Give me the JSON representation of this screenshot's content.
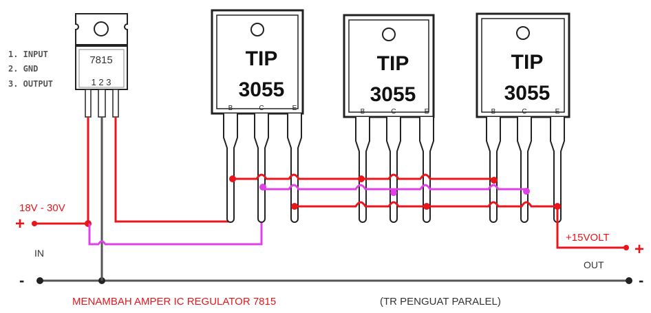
{
  "regulator": {
    "part": "7815",
    "pin_numbers": "1 2 3",
    "pin_legend": [
      "1. INPUT",
      "2. GND",
      "3. OUTPUT"
    ]
  },
  "transistors": [
    {
      "line1": "TIP",
      "line2": "3055",
      "pins": [
        "B",
        "C",
        "E"
      ]
    },
    {
      "line1": "TIP",
      "line2": "3055",
      "pins": [
        "B",
        "C",
        "E"
      ]
    },
    {
      "line1": "TIP",
      "line2": "3055",
      "pins": [
        "B",
        "C",
        "E"
      ]
    }
  ],
  "input": {
    "voltage": "18V - 30V",
    "plus": "+",
    "minus": "-",
    "label": "IN"
  },
  "output": {
    "voltage": "+15VOLT",
    "plus": "+",
    "minus": "-",
    "label": "OUT"
  },
  "caption": {
    "main": "MENAMBAH AMPER IC REGULATOR 7815",
    "sub": "(TR PENGUAT PARALEL)"
  },
  "colors": {
    "wire_red": "#e8151b",
    "wire_magenta": "#e040e8",
    "outline": "#222222",
    "ground": "#555555"
  }
}
